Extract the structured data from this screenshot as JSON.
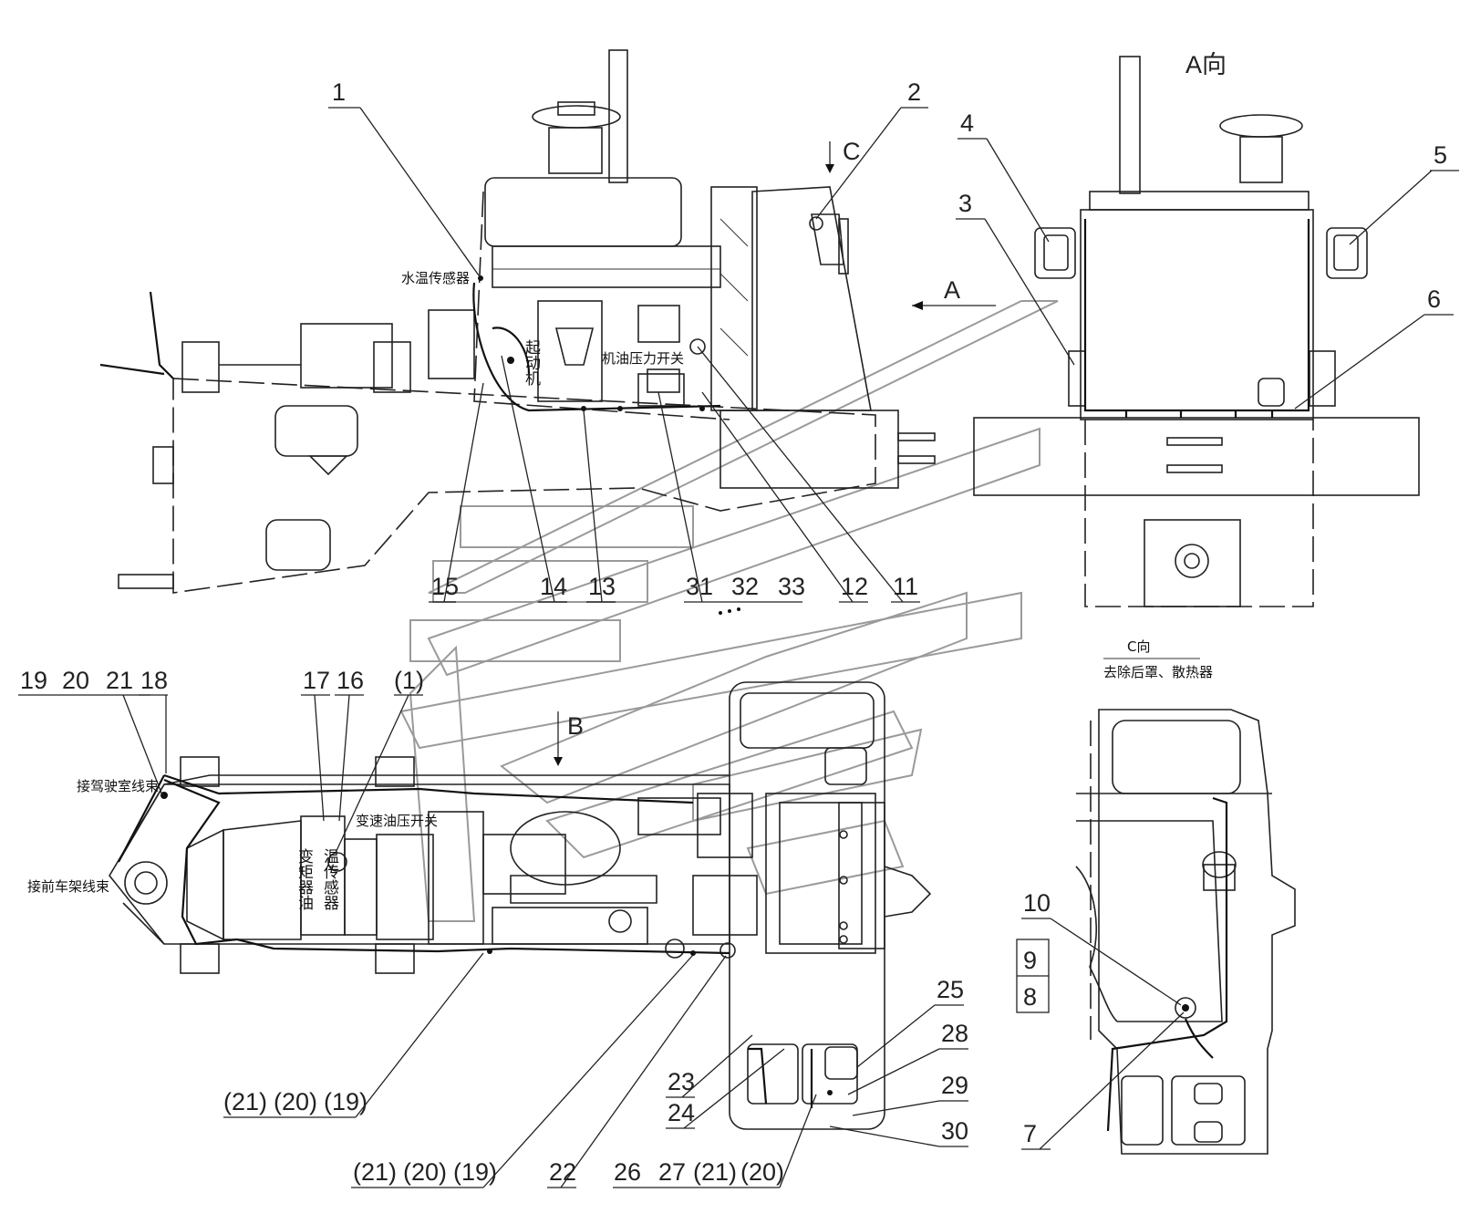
{
  "view_labels": {
    "view_a": "A向",
    "view_c": "C向",
    "view_c_note": "去除后罩、散热器",
    "arrow_a": "A",
    "arrow_b": "B",
    "arrow_c": "C"
  },
  "annotations": {
    "water_temp_sensor": "水温传感器",
    "oil_pressure_switch": "机油压力开关",
    "starter_motor": "起动机",
    "transmission_pressure_switch": "变速油压开关",
    "cab_harness": "接驾驶室线束",
    "front_frame_harness": "接前车架线束",
    "torque_converter_oil_temp": "变矩器油",
    "temp_sensor_vertical": "温传感器"
  },
  "callouts": {
    "c1": "1",
    "c2": "2",
    "c3": "3",
    "c4": "4",
    "c5": "5",
    "c6": "6",
    "c7": "7",
    "c8": "8",
    "c9": "9",
    "c10": "10",
    "c11": "11",
    "c12": "12",
    "c13": "13",
    "c14": "14",
    "c15": "15",
    "c16": "16",
    "c17": "17",
    "c18": "18",
    "c19": "19",
    "c20": "20",
    "c21": "21",
    "c22": "22",
    "c23": "23",
    "c24": "24",
    "c25": "25",
    "c26": "26",
    "c27": "27",
    "c28": "28",
    "c29": "29",
    "c30": "30",
    "c31": "31",
    "c32": "32",
    "c33": "33",
    "c1p": "(1)",
    "p21": "(21)",
    "p20": "(20)",
    "p19": "(19)"
  }
}
